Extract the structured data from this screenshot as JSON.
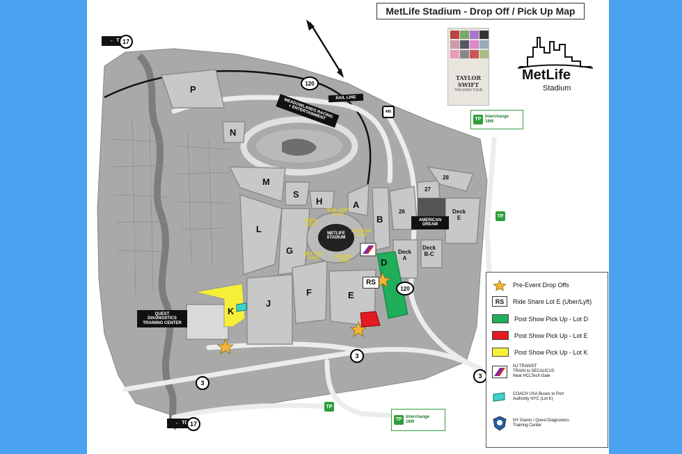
{
  "title": "MetLife Stadium - Drop Off / Pick Up Map",
  "logo": {
    "brand": "MetLife",
    "sub": "Stadium"
  },
  "poster": {
    "line1": "TAYLOR SWIFT",
    "line2": "THE ERAS TOUR"
  },
  "directions": {
    "to17_top": "TO",
    "to17_top_num": "17",
    "to17_bottom": "TO",
    "to17_bottom_num": "17"
  },
  "routes": {
    "r120_top": "120",
    "r120_mid": "120",
    "r3_left": "3",
    "r3_mid": "3",
    "r3_right": "3",
    "r495": "495"
  },
  "labels": {
    "rail": "RAIL LINE",
    "meadowlands": "MEADOWLANDS RACING\n+ ENTERTAINMENT",
    "american_dream": "AMERICAN\nDREAM",
    "quest": "QUEST\nDIAGNOSTICS\nTRAINING CENTER",
    "metlife_center": "METLIFE\nSTADIUM",
    "interchange_top": "Interchange\n16W",
    "interchange_bottom": "Interchange\n16W",
    "rs_mark": "RS"
  },
  "lots": {
    "P": "P",
    "N": "N",
    "M": "M",
    "S": "S",
    "H": "H",
    "A": "A",
    "B": "B",
    "L": "L",
    "G": "G",
    "J": "J",
    "F": "F",
    "E": "E",
    "D": "D",
    "K": "K",
    "l26": "26",
    "l27": "27",
    "l28": "28",
    "deckA": "Deck\nA",
    "deckBC": "Deck\nB-C",
    "deckE": "Deck\nE"
  },
  "gates": {
    "bud": "BUD LIGHT\nGATE",
    "pepsi": "PEPSI\nGATE",
    "hcl": "HCLTECH\nGATE",
    "mets": "MET LIFE\nGATE",
    "verizon": "VERIZON\nGATE"
  },
  "legend": {
    "items": [
      {
        "label": "Pre-Event Drop Offs",
        "icon": "star-icon",
        "color": "#f5b335"
      },
      {
        "label": "Ride Share Lot E (Uber/Lyft)",
        "icon": "rs-badge-icon",
        "mark": "RS"
      },
      {
        "label": "Post Show Pick Up - Lot D",
        "icon": "swatch-icon",
        "color": "#1fae5a"
      },
      {
        "label": "Post Show Pick Up - Lot E",
        "icon": "swatch-icon",
        "color": "#e21b23"
      },
      {
        "label": "Post Show Pick Up - Lot K",
        "icon": "swatch-icon",
        "color": "#f6ef3a"
      },
      {
        "label": "NJ TRANSIT\nTRAIN  to SECAUCUS\nNear HCLTech  Gate",
        "icon": "nj-transit-icon"
      },
      {
        "label": "COACH USA Buses to Port\nAuthority NYC (Lot K)",
        "icon": "bus-flag-icon",
        "color": "#3fd0c9"
      },
      {
        "label": "NY Giants / Quest Diagnostics\nTraining Center",
        "icon": "giants-shield-icon"
      }
    ]
  },
  "colors": {
    "terrain": "#a9a9a9",
    "lot": "#c8c8c8",
    "road": "#eeeeee",
    "river": "#7a7a7a",
    "green": "#1fae5a",
    "red": "#e21b23",
    "yellow": "#f6ef3a",
    "star": "#f5b335",
    "sky": "#4aa3f0"
  }
}
